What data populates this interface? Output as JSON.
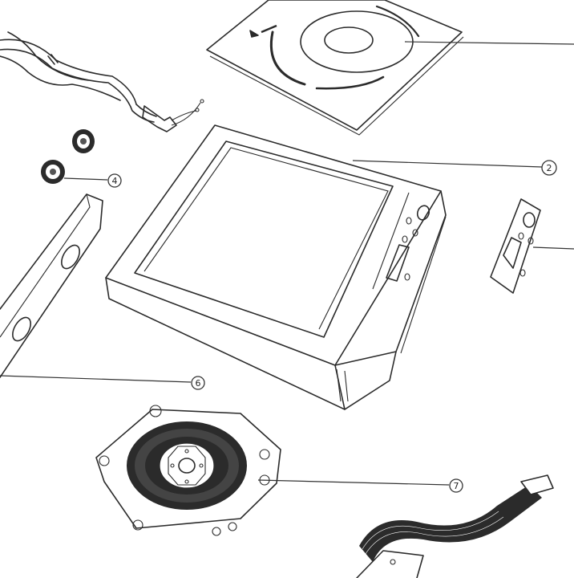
{
  "callouts": [
    {
      "id": "2",
      "label": "2"
    },
    {
      "id": "4",
      "label": "4"
    },
    {
      "id": "6",
      "label": "6"
    },
    {
      "id": "7",
      "label": "7"
    }
  ],
  "colors": {
    "line": "#2b2b2b",
    "background": "#ffffff"
  }
}
